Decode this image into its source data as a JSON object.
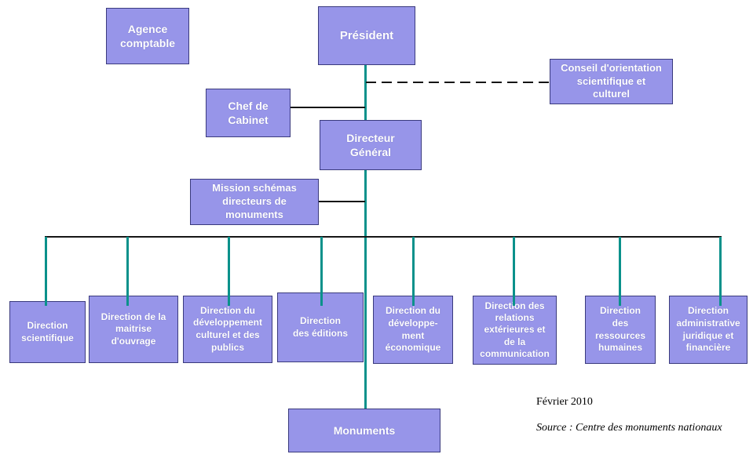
{
  "colors": {
    "box_fill": "#9795e9",
    "box_border": "#3a3a7d",
    "box_text": "#ffffff",
    "line_teal": "#0a918b",
    "line_black": "#151515",
    "background": "#ffffff"
  },
  "nodes": {
    "agence": {
      "label": "Agence\ncomptable"
    },
    "president": {
      "label": "Président"
    },
    "conseil": {
      "label": "Conseil d'orientation\nscientifique et\nculturel"
    },
    "chef": {
      "label": "Chef de\nCabinet"
    },
    "directeur": {
      "label": "Directeur\nGénéral"
    },
    "mission": {
      "label": "Mission schémas\ndirecteurs de\nmonuments"
    },
    "dir_scientifique": {
      "label": "Direction\nscientifique"
    },
    "dir_maitrise": {
      "label": "Direction de la\nmaitrise\nd'ouvrage"
    },
    "dir_dev_culturel": {
      "label": "Direction du\ndéveloppement\nculturel et des\npublics"
    },
    "dir_editions": {
      "label": "Direction\ndes éditions"
    },
    "dir_dev_economique": {
      "label": "Direction du\ndéveloppe-\nment\néconomique"
    },
    "dir_relations": {
      "label": "Direction des\nrelations\nextérieures et\nde la\ncommunication"
    },
    "dir_ressources": {
      "label": "Direction\ndes\nressources\nhumaines"
    },
    "dir_admin": {
      "label": "Direction\nadministrative\njuridique et\nfinancière"
    },
    "monuments": {
      "label": "Monuments"
    }
  },
  "notes": {
    "date": "Février 2010",
    "source": "Source : Centre des monuments nationaux"
  }
}
